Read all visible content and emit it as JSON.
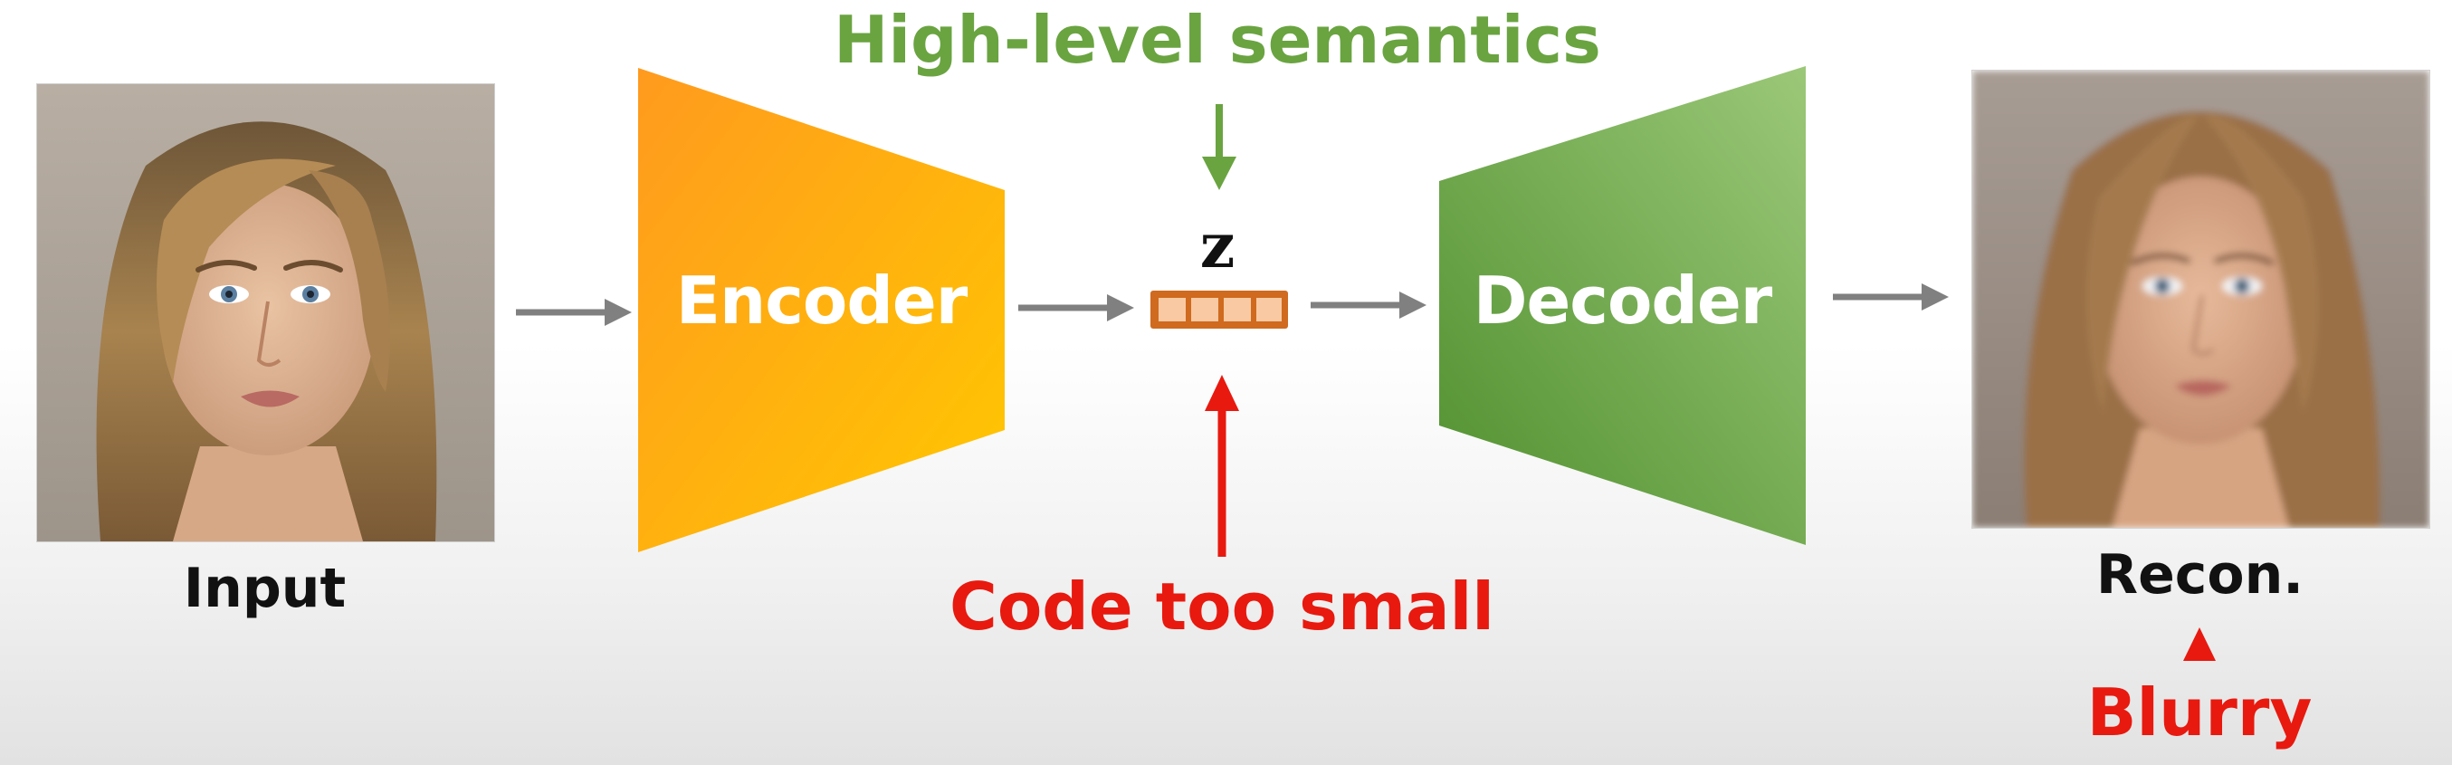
{
  "input_label": "Input",
  "encoder_label": "Encoder",
  "decoder_label": "Decoder",
  "latent_symbol": "z",
  "recon_label": "Recon.",
  "semantics_label": "High-level semantics",
  "code_label": "Code too small",
  "blurry_label": "Blurry",
  "colors": {
    "semantics": "#6aa441",
    "warning": "#e8190f",
    "arrow": "#808080",
    "encoder_start": "#ff9a1e",
    "encoder_end": "#ffc800",
    "decoder_start": "#9bc878",
    "decoder_end": "#4f8f2e",
    "latent_fill": "#f9c9a3",
    "latent_stroke": "#cf6a1e"
  },
  "icons": {
    "input_image": "face-photo-sharp",
    "recon_image": "face-photo-blurry",
    "latent_code": "four-cell-code-vector"
  }
}
